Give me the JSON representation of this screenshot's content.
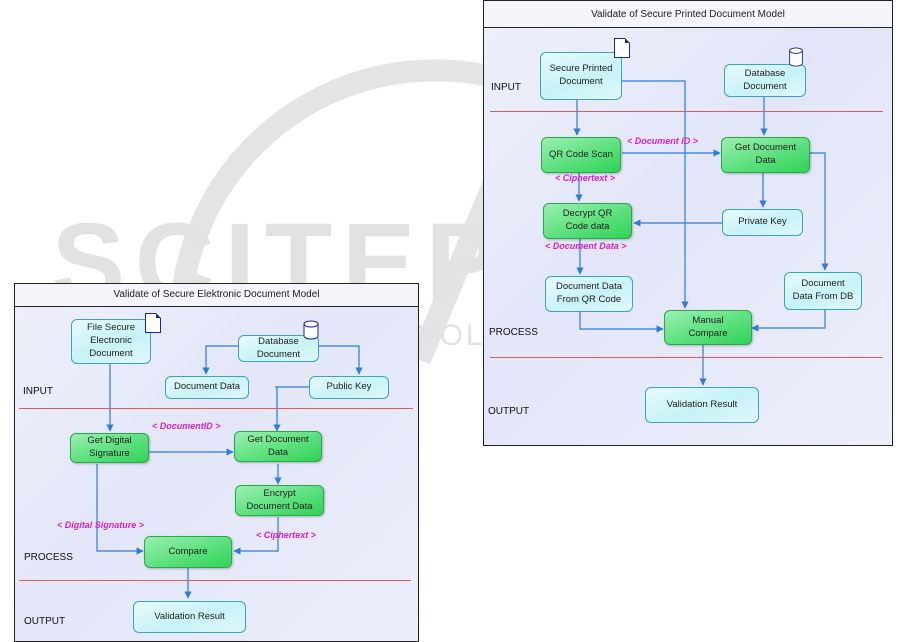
{
  "watermark": {
    "main": "SCITEPRESS",
    "sub": "SCIENCE AND TECHNOLOGY PUBLICATIONS"
  },
  "colors": {
    "connector": "#2b7de0",
    "lane_divider": "#e05a5a",
    "edge_label": "#e020d0",
    "process_node": "#5ce07e",
    "data_node": "#c7f2f6"
  },
  "electronic_model": {
    "title": "Validate of Secure Elektronic Document Model",
    "lanes": {
      "input": "INPUT",
      "process": "PROCESS",
      "output": "OUTPUT"
    },
    "nodes": {
      "file_secure": "File Secure\nElectronic\nDocument",
      "database_document": "Database\nDocument",
      "document_data": "Document Data",
      "public_key": "Public Key",
      "get_digital_signature": "Get Digital\nSignature",
      "get_document_data": "Get Document\nData",
      "encrypt_document_data": "Encrypt\nDocument Data",
      "compare": "Compare",
      "validation_result": "Validation Result"
    },
    "edge_labels": {
      "document_id": "< DocumentID >",
      "digital_signature": "< Digital Signature >",
      "ciphertext": "< Ciphertext >"
    }
  },
  "printed_model": {
    "title": "Validate of Secure Printed Document Model",
    "lanes": {
      "input": "INPUT",
      "process": "PROCESS",
      "output": "OUTPUT"
    },
    "nodes": {
      "secure_printed_document": "Secure Printed\nDocument",
      "database_document": "Database\nDocument",
      "qr_code_scan": "QR Code Scan",
      "get_document_data": "Get Document\nData",
      "decrypt_qr_code_data": "Decrypt QR\nCode data",
      "private_key": "Private Key",
      "document_data_from_qr": "Document Data\nFrom QR Code",
      "document_data_from_db": "Document\nData From DB",
      "manual_compare": "Manual\nCompare",
      "validation_result": "Validation Result"
    },
    "edge_labels": {
      "document_id": "< Document ID >",
      "ciphertext": "< Ciphertext >",
      "document_data": "< Document Data >"
    }
  }
}
